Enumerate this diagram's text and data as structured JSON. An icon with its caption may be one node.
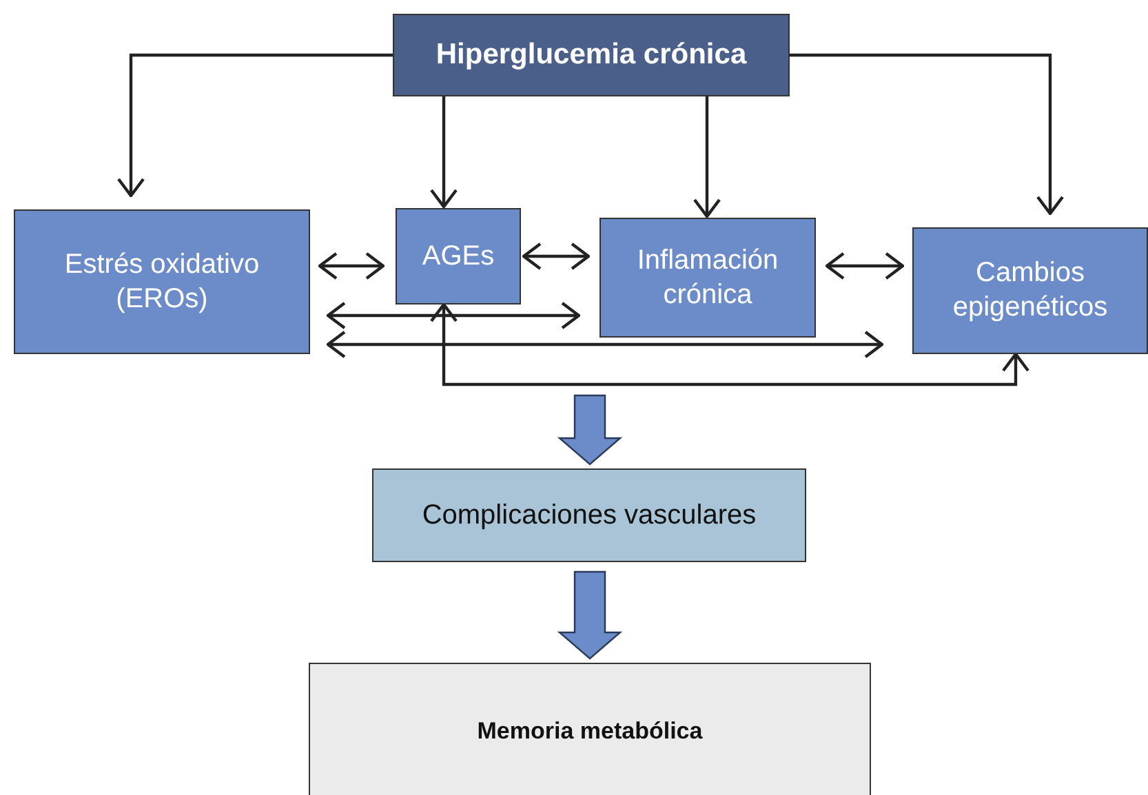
{
  "diagram": {
    "nodes": [
      {
        "text": [
          "Hiperglucemia crónica"
        ]
      },
      {
        "text": [
          "Estrés oxidativo (EROs)"
        ]
      },
      {
        "text": [
          "AGEs"
        ]
      },
      {
        "text": [
          "Inflamación crónica"
        ]
      },
      {
        "text": [
          "Cambios epigenéticos"
        ]
      },
      {
        "text": [
          "Complicaciones vasculares"
        ]
      },
      {
        "text": [
          "Memoria metabólica"
        ]
      }
    ],
    "edges": [
      {
        "from": 0,
        "to": 1,
        "arrow": "to"
      },
      {
        "from": 0,
        "to": 2,
        "arrow": "to"
      },
      {
        "from": 0,
        "to": 3,
        "arrow": "to"
      },
      {
        "from": 0,
        "to": 4,
        "arrow": "to"
      },
      {
        "from": 1,
        "to": 2,
        "arrow": "both"
      },
      {
        "from": 2,
        "to": 3,
        "arrow": "both"
      },
      {
        "from": 3,
        "to": 4,
        "arrow": "both"
      },
      {
        "from": 1,
        "to": 3,
        "arrow": "both"
      },
      {
        "from": 1,
        "to": 4,
        "arrow": "both"
      },
      {
        "from": 2,
        "to": 4,
        "arrow": "both"
      },
      {
        "from": null,
        "to": 5,
        "arrow": "to",
        "style": "thick"
      },
      {
        "from": 5,
        "to": 6,
        "arrow": "to",
        "style": "thick"
      }
    ]
  }
}
